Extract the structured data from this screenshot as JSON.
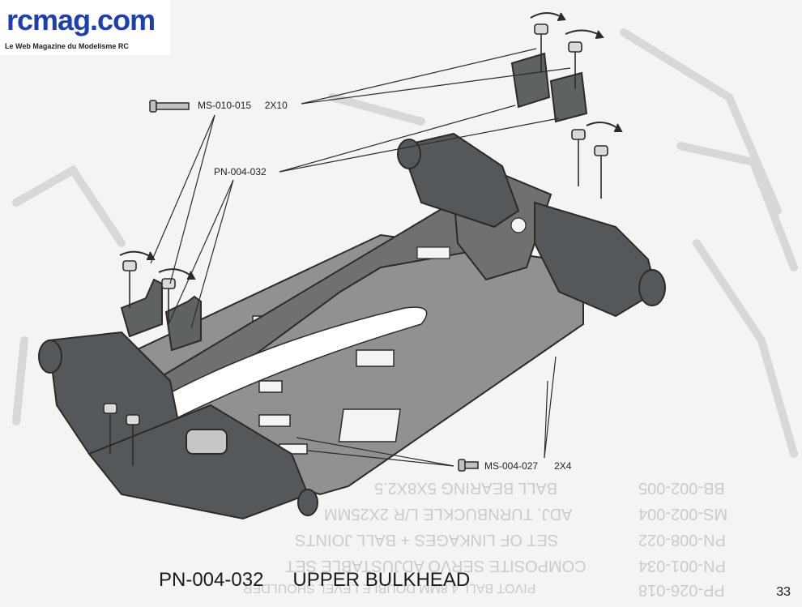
{
  "logo": {
    "name": "rcmag.com",
    "tagline": "Le Web Magazine du Modelisme RC"
  },
  "callouts": {
    "screw_long": {
      "part": "MS-010-015",
      "size": "2X10"
    },
    "bulkhead": {
      "part": "PN-004-032"
    },
    "screw_short": {
      "part": "MS-004-027",
      "size": "2X4"
    }
  },
  "ghost_parts": [
    {
      "code": "BB-002-005",
      "desc": "BALL BEARING 5X8X2.5"
    },
    {
      "code": "MS-002-004",
      "desc": "ADJ. TURNBUCKLE L/R 2X25MM"
    },
    {
      "code": "PN-008-022",
      "desc": "SET OF LINKAGES + BALL JOINTS"
    },
    {
      "code": "PN-001-034",
      "desc": "COMPOSITE SERVO ADJUSTABLE SET"
    },
    {
      "code": "PP-026-018",
      "desc": "PIVOT BALL 4.8MM DOUBLE LEVEL SHOULDER"
    }
  ],
  "caption": {
    "part": "PN-004-032",
    "title": "UPPER BULKHEAD"
  },
  "page_number": "33",
  "colors": {
    "logo_blue": "#1e3fb0",
    "line_art": "#2b2b2b",
    "ghost": "#c9cbcc"
  }
}
